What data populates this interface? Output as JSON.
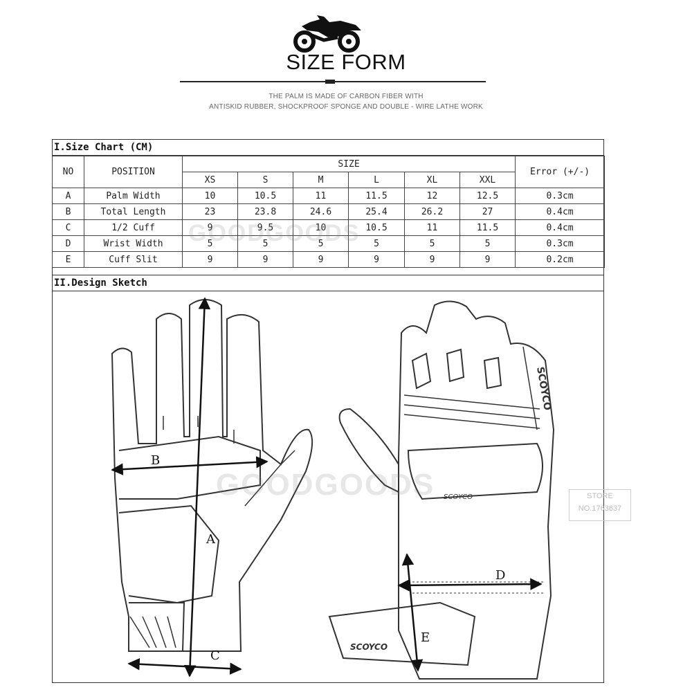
{
  "header": {
    "icon": "motorcycle-icon",
    "title": "SIZE FORM",
    "subtitle_line1": "THE PALM IS MADE OF CARBON FIBER WITH",
    "subtitle_line2": "ANTISKID RUBBER, SHOCKPROOF SPONGE AND DOUBLE - WIRE LATHE WORK"
  },
  "size_chart": {
    "section_title": "I.Size Chart (CM)",
    "headers": {
      "no": "NO",
      "position": "POSITION",
      "size": "SIZE",
      "error": "Error (+/-)"
    },
    "sizes": [
      "XS",
      "S",
      "M",
      "L",
      "XL",
      "XXL"
    ],
    "rows": [
      {
        "no": "A",
        "position": "Palm Width",
        "values": [
          "10",
          "10.5",
          "11",
          "11.5",
          "12",
          "12.5"
        ],
        "error": "0.3cm"
      },
      {
        "no": "B",
        "position": "Total Length",
        "values": [
          "23",
          "23.8",
          "24.6",
          "25.4",
          "26.2",
          "27"
        ],
        "error": "0.4cm"
      },
      {
        "no": "C",
        "position": "1/2 Cuff",
        "values": [
          "9",
          "9.5",
          "10",
          "10.5",
          "11",
          "11.5"
        ],
        "error": "0.4cm"
      },
      {
        "no": "D",
        "position": "Wrist Width",
        "values": [
          "5",
          "5",
          "5",
          "5",
          "5",
          "5"
        ],
        "error": "0.3cm"
      },
      {
        "no": "E",
        "position": "Cuff Slit",
        "values": [
          "9",
          "9",
          "9",
          "9",
          "9",
          "9"
        ],
        "error": "0.2cm"
      }
    ]
  },
  "design_sketch": {
    "section_title": "II.Design Sketch",
    "labels": {
      "a": "A",
      "b": "B",
      "c": "C",
      "d": "D",
      "e": "E"
    },
    "brand_knuckle": "SCOYCO",
    "brand_strap": "SCOYCO",
    "brand_palm_panel": "SCOYCO"
  },
  "watermarks": {
    "text1": "GOODGOODS",
    "text2": "GOODGOODS",
    "store_line1": "STORE",
    "store_line2": "NO.1763637"
  }
}
